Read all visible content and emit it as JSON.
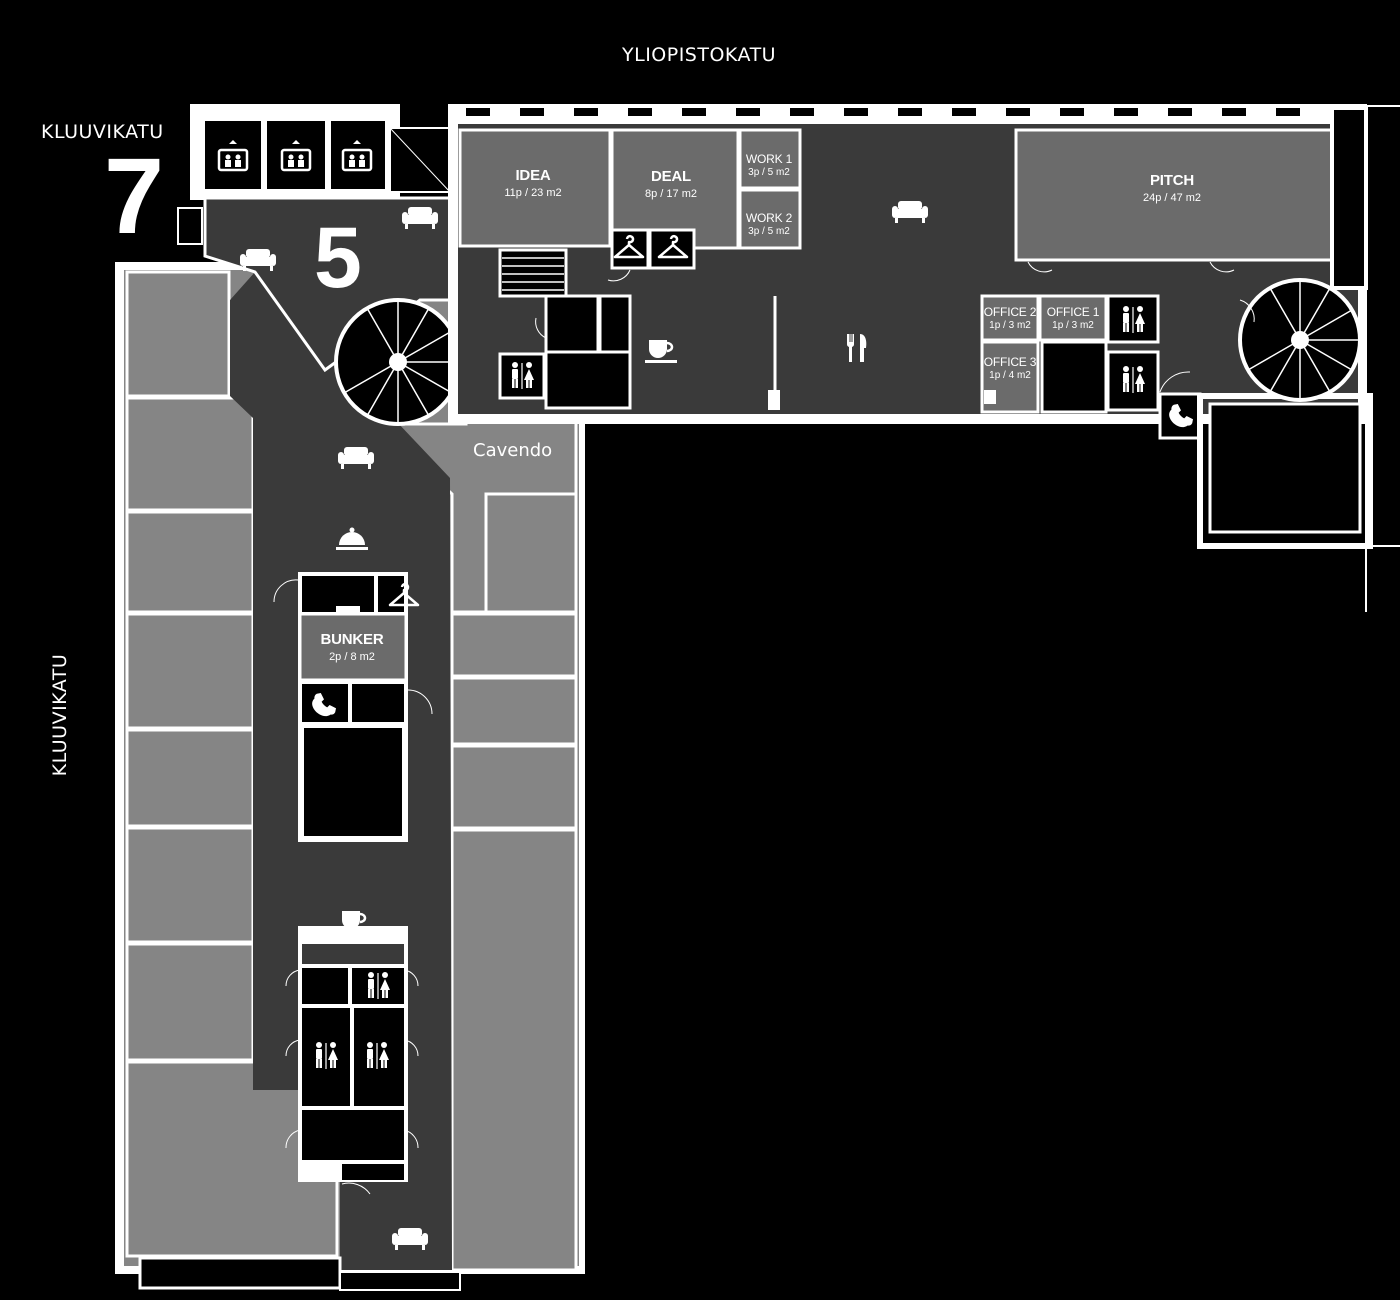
{
  "streets": {
    "top": "YLIOPISTOKATU",
    "corner": "KLUUVIKATU",
    "left": "KLUUVIKATU"
  },
  "building_numbers": {
    "left": "7",
    "inner": "5"
  },
  "rooms": {
    "idea": {
      "name": "IDEA",
      "capacity": "11p / 23 m2"
    },
    "deal": {
      "name": "DEAL",
      "capacity": "8p / 17 m2"
    },
    "work1": {
      "name": "WORK 1",
      "capacity": "3p / 5 m2"
    },
    "work2": {
      "name": "WORK 2",
      "capacity": "3p / 5 m2"
    },
    "pitch": {
      "name": "PITCH",
      "capacity": "24p / 47 m2"
    },
    "office2": {
      "name": "OFFICE 2",
      "capacity": "1p / 3 m2"
    },
    "office1": {
      "name": "OFFICE 1",
      "capacity": "1p / 3 m2"
    },
    "office3": {
      "name": "OFFICE 3",
      "capacity": "1p / 4 m2"
    },
    "bunker": {
      "name": "BUNKER",
      "capacity": "2p / 8 m2"
    }
  },
  "tenant_label": "Cavendo",
  "colors": {
    "background": "#000000",
    "corridor": "#3a3a3a",
    "meeting_room": "#6b6b6b",
    "rented_space": "#858585",
    "wall": "#ffffff"
  },
  "icons": [
    "elevator-icon",
    "sofa-icon",
    "coat-hanger-icon",
    "coffee-cup-icon",
    "cutlery-icon",
    "toilet-icon",
    "phone-icon",
    "reception-bell-icon",
    "spiral-staircase-icon",
    "stairs-icon"
  ]
}
